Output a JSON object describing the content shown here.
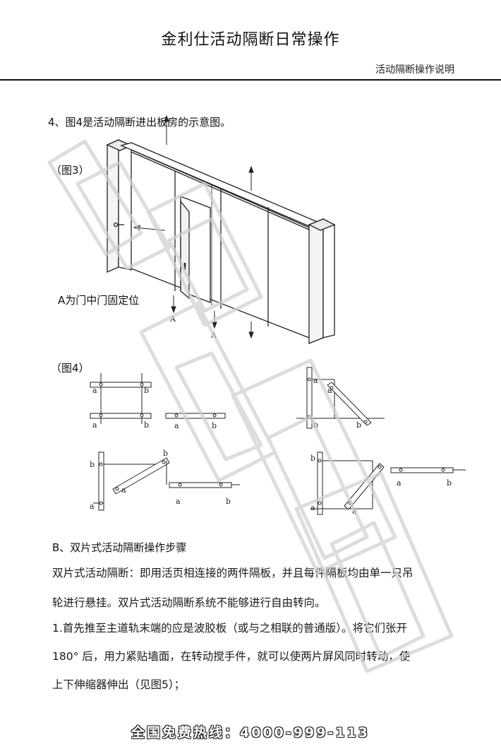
{
  "header": {
    "title": "金利仕活动隔断日常操作",
    "subtitle": "活动隔断操作说明"
  },
  "section4": {
    "heading": "4、图4是活动隔断进出板房的示意图。",
    "fig3_label": "（图3）",
    "door_label": "A为门中门固定位",
    "fig4_label": "（图4）",
    "marker_a": "A"
  },
  "diagram_labels": {
    "a": "a",
    "b": "b"
  },
  "section_b": {
    "heading": "B、双片式活动隔断操作步骤",
    "para1_line1": "双片式活动隔断：即用活页相连接的两件隔板，并且每件隔板均由单一只吊",
    "para1_line2": "轮进行悬挂。双片式活动隔断系统不能够进行自由转向。",
    "para2_line1": "1.首先推至主道轨末端的应是波胶板（或与之相联的普通版）。将它们张开",
    "para2_line2": "180°  后，用力紧贴墙面，在转动搅手件，就可以使两片屏风同时转动，使",
    "para2_line3": "上下伸缩器伸出（见图5）；"
  },
  "footer": {
    "hotline": "全国免费热线：4000-999-113"
  }
}
